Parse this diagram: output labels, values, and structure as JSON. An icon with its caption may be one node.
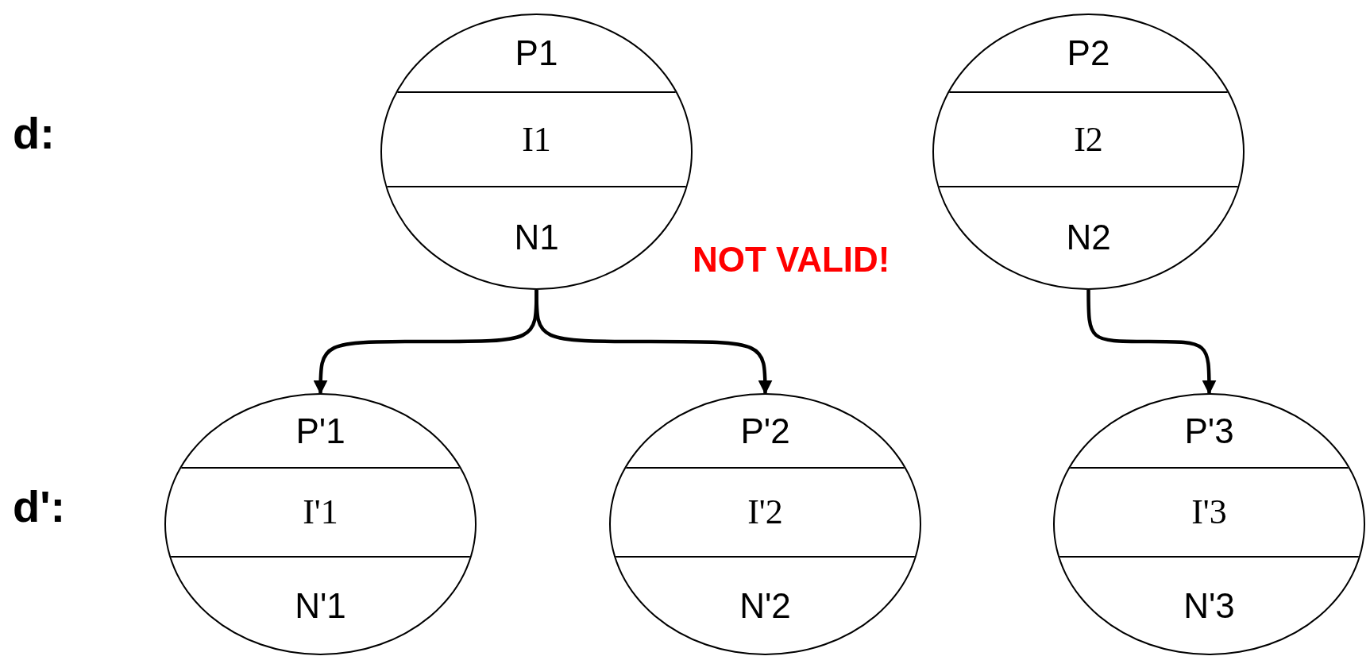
{
  "diagram": {
    "nodes": [
      {
        "text": [
          "P1",
          "I1",
          "N1"
        ]
      },
      {
        "text": [
          "P2",
          "I2",
          "N2"
        ]
      },
      {
        "text": [
          "P'1",
          "I'1",
          "N'1"
        ]
      },
      {
        "text": [
          "P'2",
          "I'2",
          "N'2"
        ]
      },
      {
        "text": [
          "P'3",
          "I'3",
          "N'3"
        ]
      }
    ],
    "edges": [
      {
        "from": 0,
        "to": 2,
        "arrow": "to"
      },
      {
        "from": 0,
        "to": 3,
        "arrow": "to"
      },
      {
        "from": 1,
        "to": 4,
        "arrow": "to"
      }
    ],
    "labels": [
      "d:",
      "d':",
      "NOT VALID!"
    ]
  }
}
